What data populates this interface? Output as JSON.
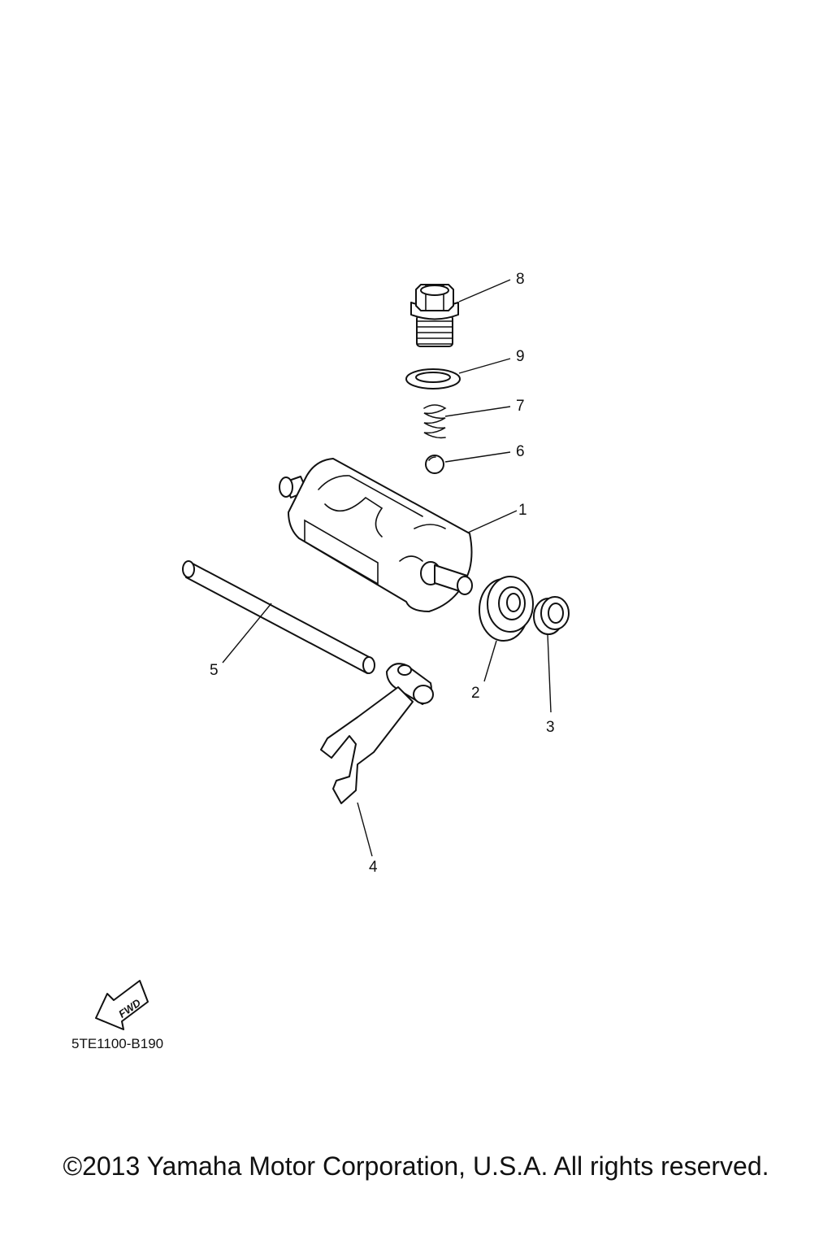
{
  "callouts": [
    "1",
    "2",
    "3",
    "4",
    "5",
    "6",
    "7",
    "8",
    "9"
  ],
  "fwd_label": "FWD",
  "diagram_code": "5TE1100-B190",
  "copyright": "©2013 Yamaha Motor Corporation, U.S.A. All rights reserved."
}
